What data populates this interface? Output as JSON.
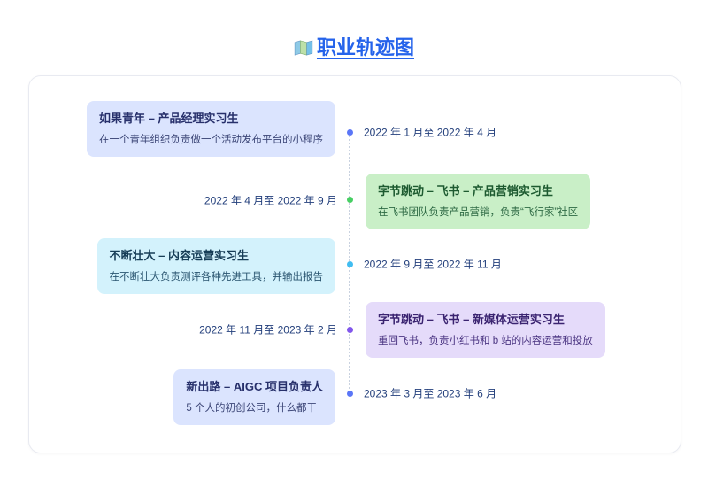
{
  "header": {
    "icon": "map-icon",
    "title": "职业轨迹图",
    "title_color": "#2563eb"
  },
  "timeline": {
    "axis_color": "#c9d2e0",
    "date_color": "#24407c",
    "items": [
      {
        "side": "left",
        "title": "如果青年 – 产品经理实习生",
        "desc": "在一个青年组织负责做一个活动发布平台的小程序",
        "date": "2022 年 1 月至 2022 年 4 月",
        "card_bg": "#dbe4fe",
        "title_color": "#27306b",
        "desc_color": "#3c4677",
        "dot_color": "#5b76f7"
      },
      {
        "side": "right",
        "title": "字节跳动 – 飞书 – 产品营销实习生",
        "desc": "在飞书团队负责产品营销，负责“飞行家”社区",
        "date": "2022 年 4 月至 2022 年 9 月",
        "card_bg": "#c9efc7",
        "title_color": "#1d5a30",
        "desc_color": "#2e6a44",
        "dot_color": "#47cf63"
      },
      {
        "side": "left",
        "title": "不断壮大 – 内容运营实习生",
        "desc": "在不断壮大负责测评各种先进工具，并输出报告",
        "date": "2022 年 9 月至 2022 年 11 月",
        "card_bg": "#d3f2fc",
        "title_color": "#173d57",
        "desc_color": "#2a5570",
        "dot_color": "#41bdf1"
      },
      {
        "side": "right",
        "title": "字节跳动 – 飞书 – 新媒体运营实习生",
        "desc": "重回飞书，负责小红书和 b 站的内容运营和投放",
        "date": "2022 年 11 月至 2023 年 2 月",
        "card_bg": "#e5dbfa",
        "title_color": "#3a2370",
        "desc_color": "#4b3582",
        "dot_color": "#8257ec"
      },
      {
        "side": "left",
        "title": "新出路 – AIGC 项目负责人",
        "desc": "5 个人的初创公司，什么都干",
        "date": "2023 年 3 月至 2023 年 6 月",
        "card_bg": "#dbe4fe",
        "title_color": "#27306b",
        "desc_color": "#3c4677",
        "dot_color": "#5b76f7"
      }
    ]
  }
}
